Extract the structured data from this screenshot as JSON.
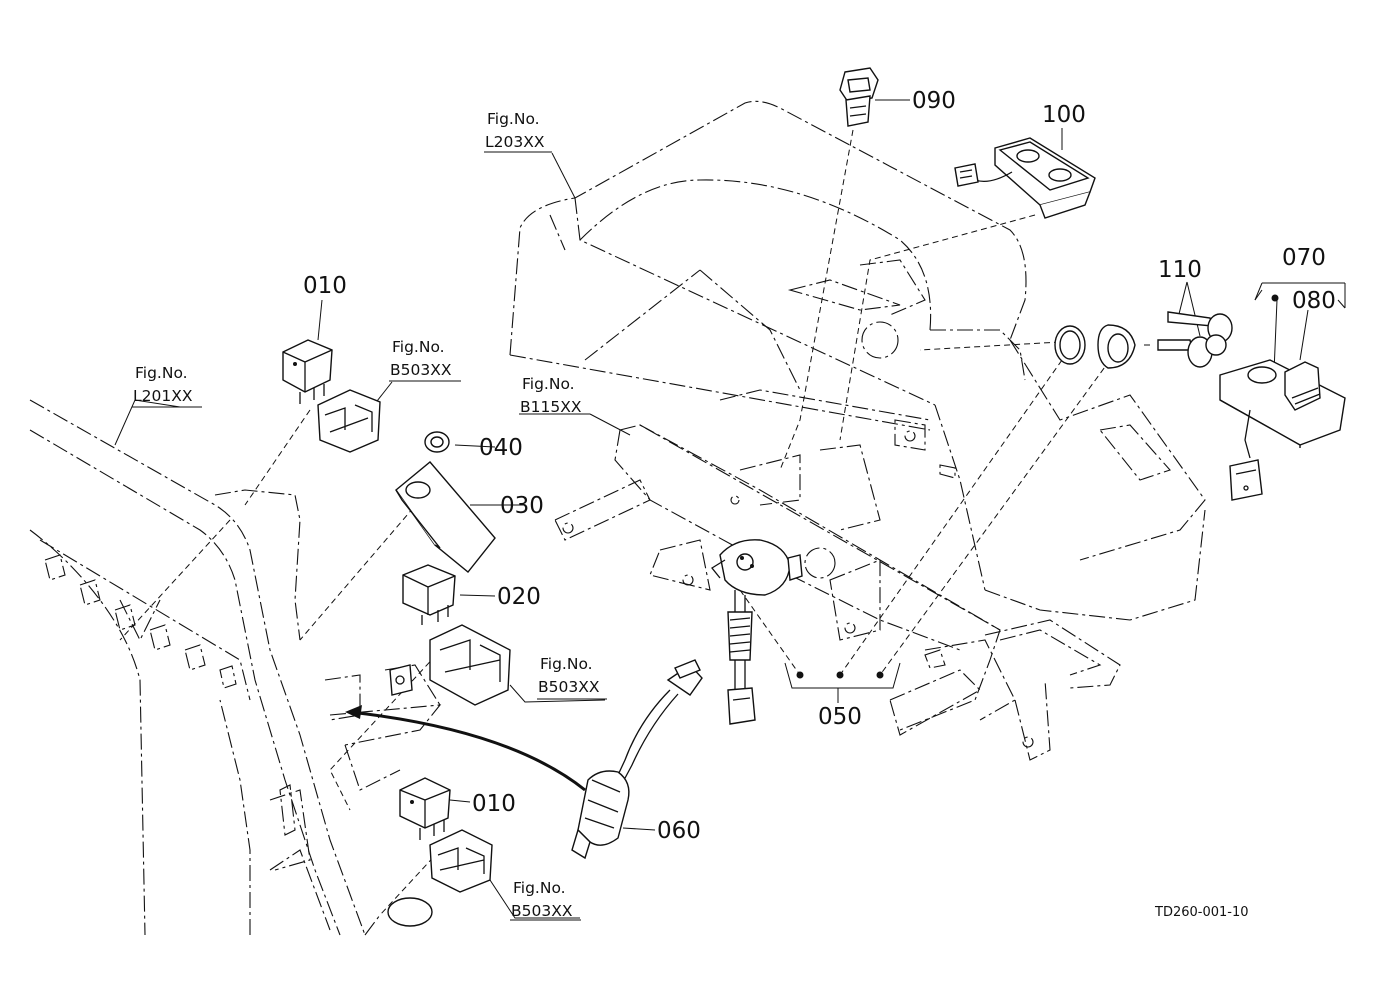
{
  "drawing_code": "TD260-001-10",
  "fig_refs": [
    {
      "line1": "Fig.No.",
      "line2": "L203XX"
    },
    {
      "line1": "Fig.No.",
      "line2": "L201XX"
    },
    {
      "line1": "Fig.No.",
      "line2": "B503XX"
    },
    {
      "line1": "Fig.No.",
      "line2": "B115XX"
    },
    {
      "line1": "Fig.No.",
      "line2": "B503XX"
    },
    {
      "line1": "Fig.No.",
      "line2": "B503XX"
    }
  ],
  "parts": [
    {
      "no": "090"
    },
    {
      "no": "100"
    },
    {
      "no": "110"
    },
    {
      "no": "070"
    },
    {
      "no": "080"
    },
    {
      "no": "010"
    },
    {
      "no": "040"
    },
    {
      "no": "030"
    },
    {
      "no": "020"
    },
    {
      "no": "050"
    },
    {
      "no": "060"
    },
    {
      "no": "010"
    }
  ]
}
